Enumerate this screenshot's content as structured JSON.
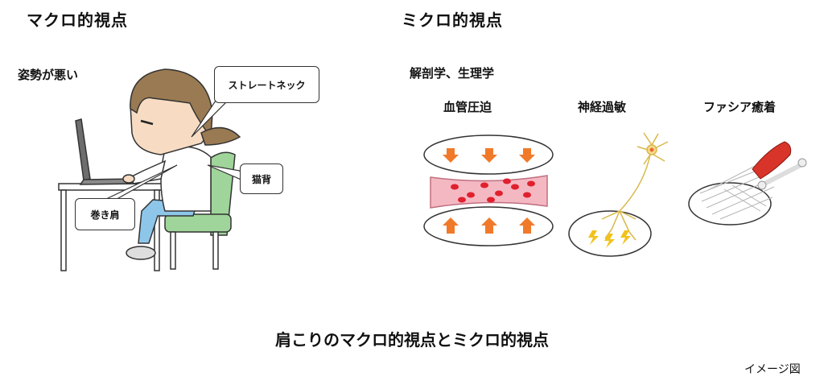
{
  "macro": {
    "heading": "マクロ的視点",
    "subheading": "姿勢が悪い",
    "callouts": {
      "straight_neck": "ストレートネック",
      "cat_back": "猫背",
      "rounded_shoulders": "巻き肩"
    }
  },
  "micro": {
    "heading": "ミクロ的視点",
    "subheading": "解剖学、生理学",
    "panels": {
      "blood_vessel": "血管圧迫",
      "nerve": "神経過敏",
      "fascia": "ファシア癒着"
    }
  },
  "caption": "肩こりのマクロ的視点とミクロ的視点",
  "note": "イメージ図",
  "colors": {
    "arrow": "#f07a2a",
    "vessel": "#f4b8c3",
    "blood_cell": "#e0202e",
    "hair": "#9a7a52",
    "chair": "#9fd59a",
    "shirt": "#ffffff",
    "pants": "#8ec6ea",
    "neuron": "#d9b84a"
  }
}
